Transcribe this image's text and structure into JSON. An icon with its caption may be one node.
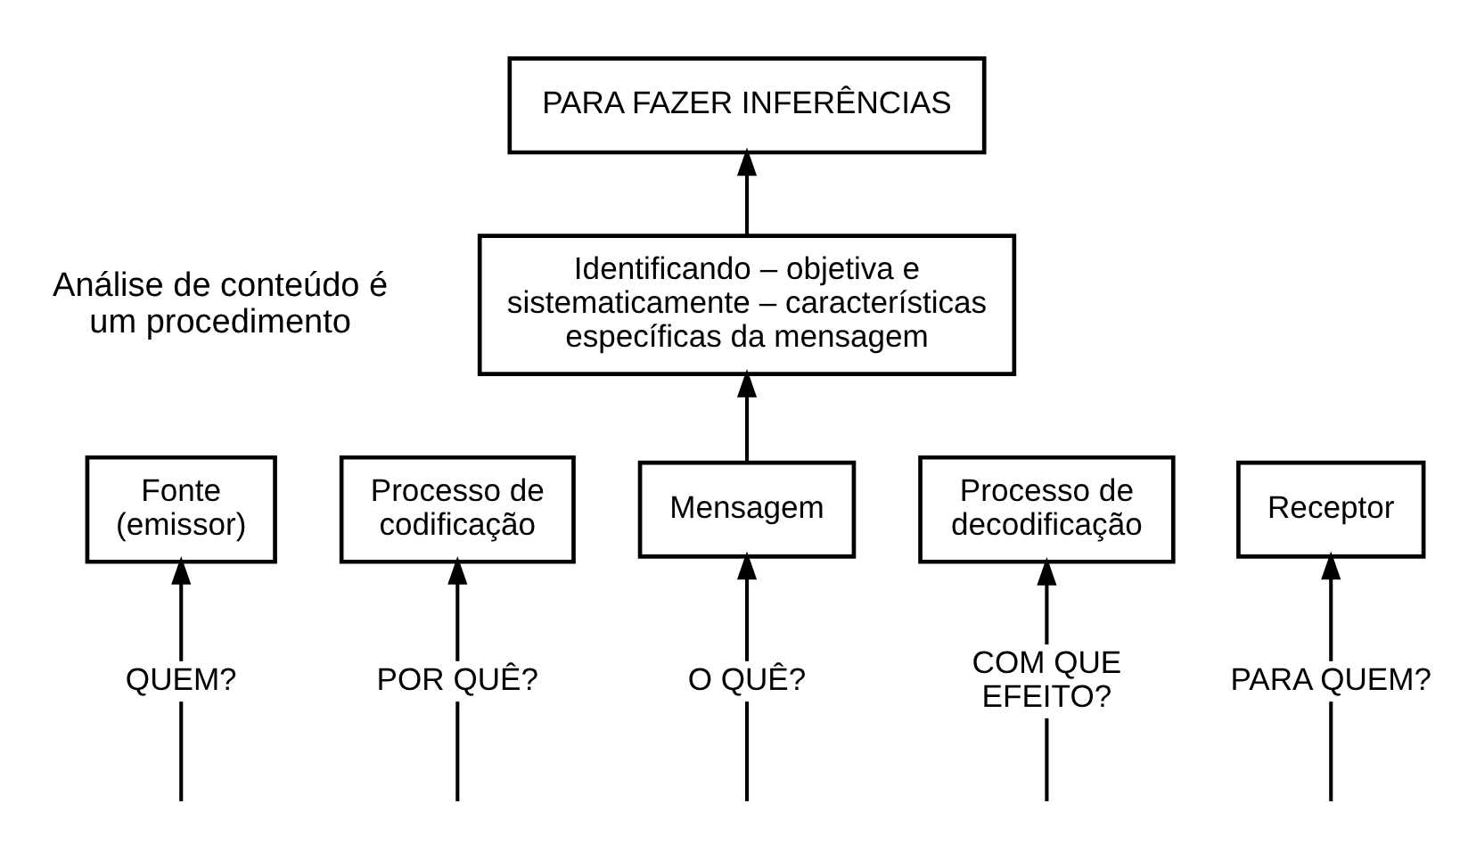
{
  "diagram": {
    "nodes": [
      {
        "text": [
          "PARA FAZER INFERÊNCIAS"
        ]
      },
      {
        "text": [
          "Identificando – objetiva e sistematicamente – características específicas da mensagem"
        ]
      },
      {
        "text": [
          "Fonte (emissor)"
        ]
      },
      {
        "text": [
          "Processo de codificação"
        ]
      },
      {
        "text": [
          "Mensagem"
        ]
      },
      {
        "text": [
          "Processo de decodificação"
        ]
      },
      {
        "text": [
          "Receptor"
        ]
      },
      {
        "text": [
          "QUEM?"
        ]
      },
      {
        "text": [
          "POR QUÊ?"
        ]
      },
      {
        "text": [
          "O QUÊ?"
        ]
      },
      {
        "text": [
          "COM QUE EFEITO?"
        ]
      },
      {
        "text": [
          "PARA QUEM?"
        ]
      }
    ],
    "edges": [
      {
        "from": 4,
        "to": 1,
        "arrow": "to"
      },
      {
        "from": 1,
        "to": 0,
        "arrow": "to"
      },
      {
        "from": 7,
        "to": 2,
        "arrow": "to"
      },
      {
        "from": 8,
        "to": 3,
        "arrow": "to"
      },
      {
        "from": 9,
        "to": 4,
        "arrow": "to"
      },
      {
        "from": 10,
        "to": 5,
        "arrow": "to"
      },
      {
        "from": 11,
        "to": 6,
        "arrow": "to"
      },
      {
        "from": null,
        "to": 7,
        "arrow": "none"
      },
      {
        "from": null,
        "to": 8,
        "arrow": "none"
      },
      {
        "from": null,
        "to": 9,
        "arrow": "none"
      },
      {
        "from": null,
        "to": 10,
        "arrow": "none"
      },
      {
        "from": null,
        "to": 11,
        "arrow": "none"
      }
    ],
    "labels": [
      "Análise de conteúdo é um procedimento"
    ]
  }
}
